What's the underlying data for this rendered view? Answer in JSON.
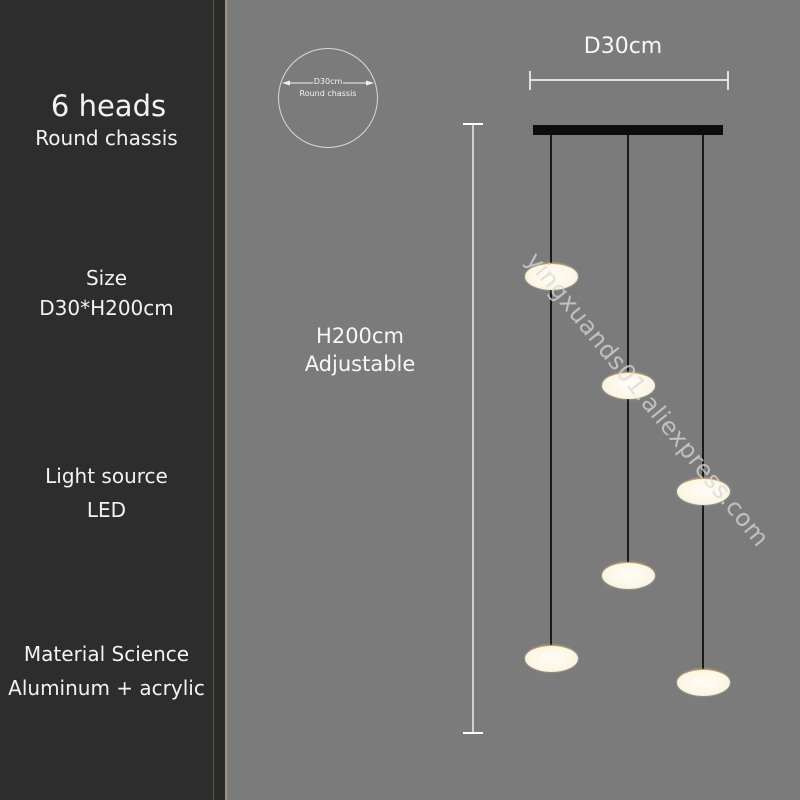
{
  "specs": {
    "heads": {
      "title": "6 heads",
      "subtitle": "Round chassis"
    },
    "size": {
      "label": "Size",
      "value": "D30*H200cm"
    },
    "light_source": {
      "label": "Light source",
      "value": "LED"
    },
    "material": {
      "label": "Material Science",
      "value": "Aluminum + acrylic"
    }
  },
  "diagram": {
    "chassis": {
      "diameter_label": "D30cm",
      "shape_label": "Round chassis"
    },
    "width_label": "D30cm",
    "height_label": {
      "value": "H200cm",
      "note": "Adjustable"
    },
    "heads_count": 6
  },
  "watermark": "yingxuands01.aliexpress.com",
  "colors": {
    "left_panel": "#2d2d2d",
    "right_panel": "#7b7b7b",
    "divider_accent": "#9c8f84",
    "text": "#f2f2f2",
    "lamp_shade": "#fbf6e6",
    "ceiling_bar": "#0d0d0d"
  }
}
